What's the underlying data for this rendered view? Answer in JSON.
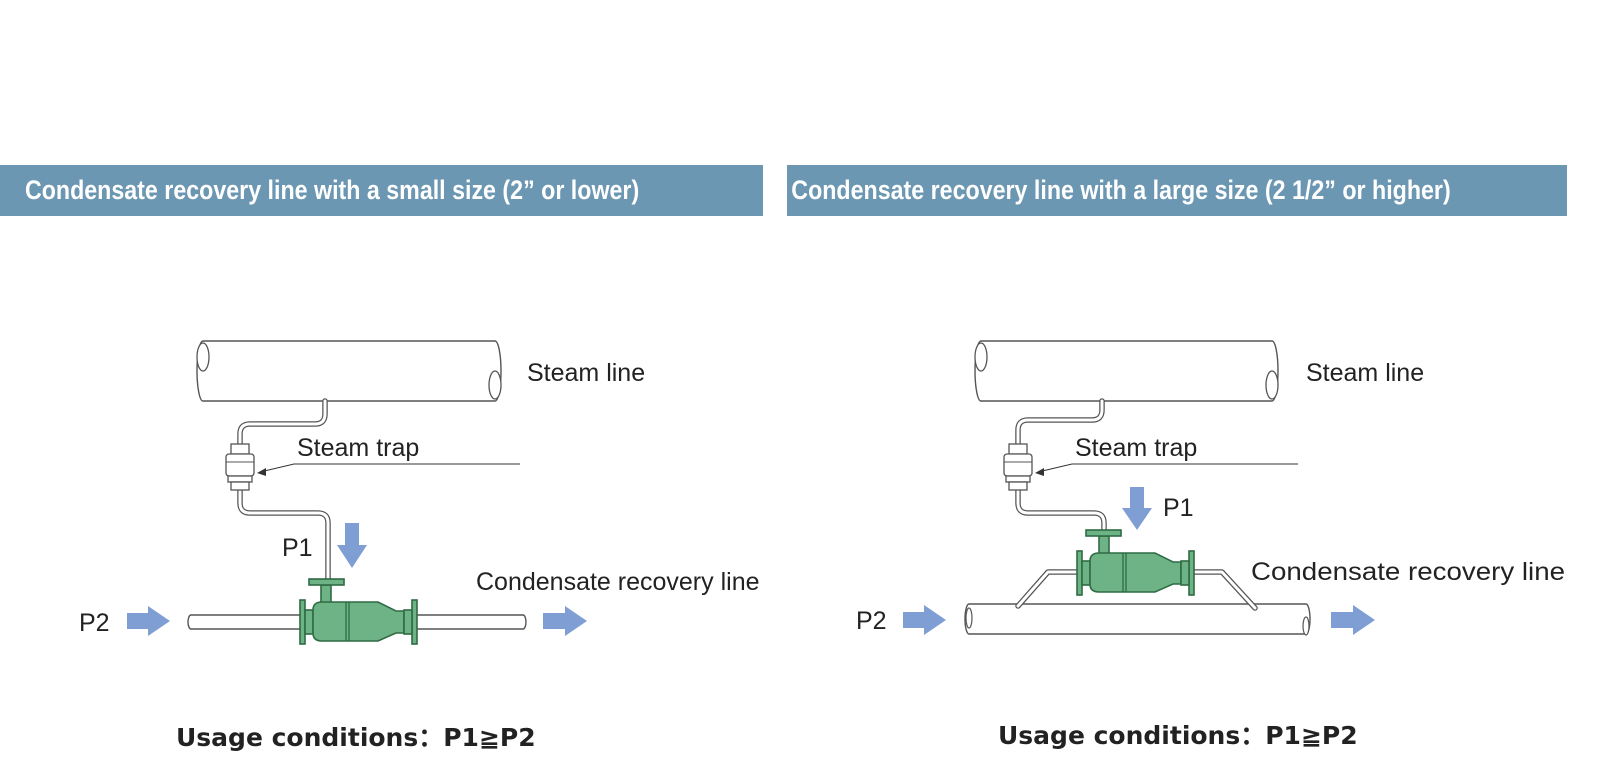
{
  "left": {
    "title": "Condensate recovery line with a small size (2” or lower)",
    "steam_line": "Steam line",
    "steam_trap": "Steam trap",
    "p1": "P1",
    "p2": "P2",
    "recovery_line": "Condensate recovery line",
    "usage": "Usage conditions：P1≧P2"
  },
  "right": {
    "title": "Condensate recovery line with a large size (2 1/2” or higher)",
    "steam_line": "Steam line",
    "steam_trap": "Steam trap",
    "p1": "P1",
    "p2": "P2",
    "recovery_line": "Condensate recovery line",
    "usage": "Usage conditions：P1≧P2"
  },
  "colors": {
    "banner": "#6b97b3",
    "device_green": "#6db386",
    "flow_arrow": "#7f9fd4"
  },
  "icons": {
    "flow": "flow-arrow-icon",
    "device": "green-valve-device",
    "trap": "steam-trap-icon"
  }
}
